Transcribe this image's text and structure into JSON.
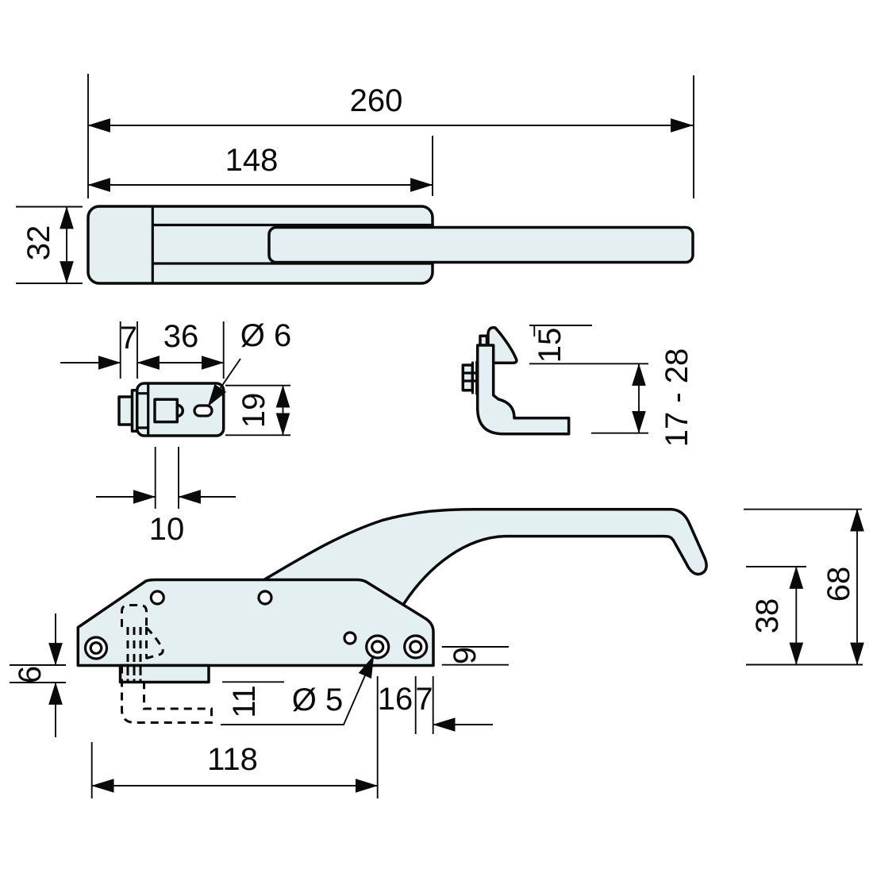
{
  "drawing": {
    "type": "technical-drawing",
    "subject": "door latch handle with strike and keeper, three orthographic views",
    "background": "#ffffff",
    "part_fill": "#e3eff0",
    "line_color": "#0a0a0a"
  },
  "dims": {
    "top_overall_length": "260",
    "top_housing_length": "148",
    "top_height": "32",
    "strike_edge_offset": "7",
    "strike_width": "36",
    "strike_hole_dia": "Ø 6",
    "strike_height": "19",
    "strike_slot_width": "10",
    "keeper_flange": "15",
    "keeper_adjust_range": "17 - 28",
    "side_step_depth": "6",
    "side_base_height": "9",
    "side_hook_drop": "11",
    "side_hole_dia": "Ø 5",
    "side_hole_pitch": "16",
    "side_hole_edge": "7",
    "side_hole_spacing": "118",
    "side_grip_clearance": "38",
    "side_overall_height": "68"
  }
}
